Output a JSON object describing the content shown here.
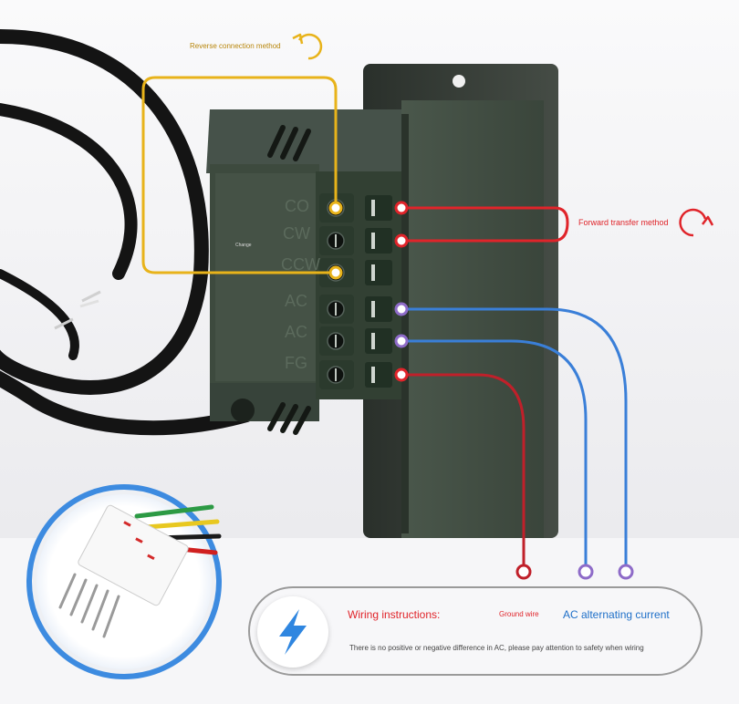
{
  "labels": {
    "reverse": "Reverse connection method",
    "forward": "Forward transfer method",
    "change": "Change"
  },
  "terminal_marks": [
    "CO",
    "CW",
    "CCW",
    "AC",
    "AC",
    "FG"
  ],
  "panel": {
    "title": "Wiring instructions:",
    "ground": "Ground wire",
    "ac": "AC alternating current",
    "note": "There is no positive or negative difference in AC, please pay attention to safety when wiring"
  },
  "icons": {
    "reverse_arrow": "counterclockwise-arrow-icon",
    "forward_arrow": "clockwise-arrow-icon",
    "bolt": "lightning-bolt-icon"
  },
  "colors": {
    "reverse": "#e8b31a",
    "forward": "#e0242a",
    "ground": "#c0202a",
    "ac": "#3a7fd8",
    "housing": "#3d4a3e"
  }
}
